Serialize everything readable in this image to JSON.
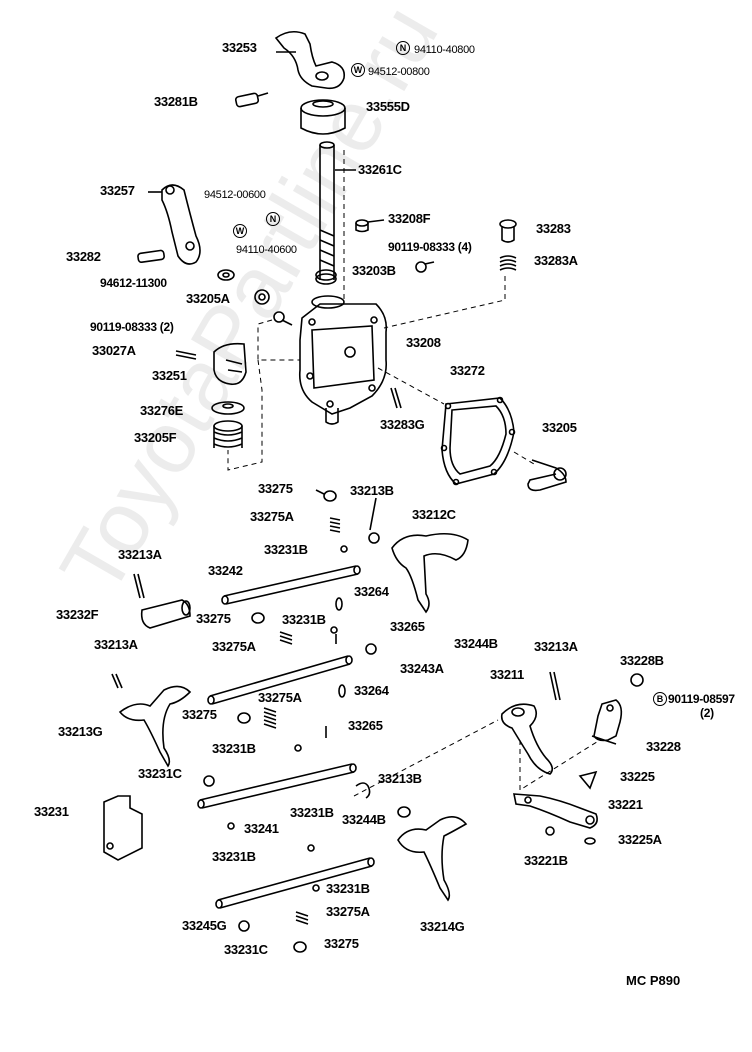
{
  "labels": {
    "p33253": "33253",
    "p94110_40800": "94110-40800",
    "p94512_00800": "94512-00800",
    "p33281B": "33281B",
    "p33555D": "33555D",
    "p33261C": "33261C",
    "p33257": "33257",
    "p94512_00600": "94512-00600",
    "p94110_40600": "94110-40600",
    "p33282": "33282",
    "p94612_11300": "94612-11300",
    "p33205A": "33205A",
    "p33208F": "33208F",
    "p33283": "33283",
    "p90119_08333_4": "90119-08333 (4)",
    "p33283A": "33283A",
    "p33203B": "33203B",
    "p90119_08333_2": "90119-08333 (2)",
    "p33208": "33208",
    "p33027A": "33027A",
    "p33251": "33251",
    "p33272": "33272",
    "p33276E": "33276E",
    "p33283G": "33283G",
    "p33205": "33205",
    "p33205F": "33205F",
    "p33275_a": "33275",
    "p33213B_a": "33213B",
    "p33275A_a": "33275A",
    "p33212C": "33212C",
    "p33231B_a": "33231B",
    "p33213A_a": "33213A",
    "p33242": "33242",
    "p33264_a": "33264",
    "p33232F": "33232F",
    "p33275_b": "33275",
    "p33231B_b": "33231B",
    "p33265_a": "33265",
    "p33275A_b": "33275A",
    "p33244B_a": "33244B",
    "p33213A_b": "33213A",
    "p33243A": "33243A",
    "p33213A_c": "33213A",
    "p33228B": "33228B",
    "p33211": "33211",
    "p33275A_c": "33275A",
    "p33264_b": "33264",
    "p90119_08597": "90119-08597",
    "p90119_08597_qty": "(2)",
    "p33213G": "33213G",
    "p33275_c": "33275",
    "p33265_b": "33265",
    "p33228": "33228",
    "p33231B_c": "33231B",
    "p33231C_a": "33231C",
    "p33225": "33225",
    "p33213B_b": "33213B",
    "p33231": "33231",
    "p33241": "33241",
    "p33231B_d": "33231B",
    "p33244B_b": "33244B",
    "p33221": "33221",
    "p33225A": "33225A",
    "p33231B_e": "33231B",
    "p33221B": "33221B",
    "p33231B_f": "33231B",
    "p33275A_d": "33275A",
    "p33245G": "33245G",
    "p33214G": "33214G",
    "p33231C_b": "33231C",
    "p33275_d": "33275",
    "code": "MC P890"
  },
  "badges": {
    "n1": "N",
    "w1": "W",
    "w2": "W",
    "n2": "N",
    "b1": "B"
  },
  "watermark": "ToyotaPartline.ru"
}
